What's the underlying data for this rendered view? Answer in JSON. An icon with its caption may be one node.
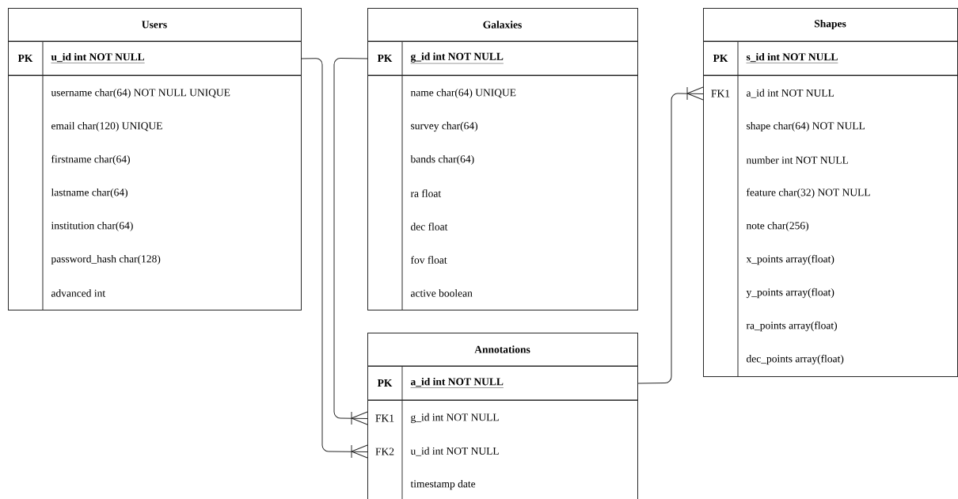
{
  "diagram": {
    "nodes": [
      {
        "text": [
          "Users"
        ]
      },
      {
        "text": [
          "PK",
          "u_id int NOT NULL"
        ],
        "in": 0
      },
      {
        "text": [
          "username char(64) NOT NULL UNIQUE"
        ],
        "in": 0
      },
      {
        "text": [
          "email char(120) UNIQUE"
        ],
        "in": 0
      },
      {
        "text": [
          "firstname char(64)"
        ],
        "in": 0
      },
      {
        "text": [
          "lastname char(64)"
        ],
        "in": 0
      },
      {
        "text": [
          "institution char(64)"
        ],
        "in": 0
      },
      {
        "text": [
          "password_hash char(128)"
        ],
        "in": 0
      },
      {
        "text": [
          "advanced int"
        ],
        "in": 0
      },
      {
        "text": [
          "Galaxies"
        ]
      },
      {
        "text": [
          "PK",
          "g_id int NOT NULL"
        ],
        "in": 9
      },
      {
        "text": [
          "name char(64) UNIQUE"
        ],
        "in": 9
      },
      {
        "text": [
          "survey char(64)"
        ],
        "in": 9
      },
      {
        "text": [
          "bands char(64)"
        ],
        "in": 9
      },
      {
        "text": [
          "ra float"
        ],
        "in": 9
      },
      {
        "text": [
          "dec float"
        ],
        "in": 9
      },
      {
        "text": [
          "fov float"
        ],
        "in": 9
      },
      {
        "text": [
          "active boolean"
        ],
        "in": 9
      },
      {
        "text": [
          "Shapes"
        ]
      },
      {
        "text": [
          "PK",
          "s_id int NOT NULL"
        ],
        "in": 18
      },
      {
        "text": [
          "FK1",
          "a_id int NOT NULL"
        ],
        "in": 18
      },
      {
        "text": [
          "shape char(64) NOT NULL"
        ],
        "in": 18
      },
      {
        "text": [
          "number int NOT NULL"
        ],
        "in": 18
      },
      {
        "text": [
          "feature char(32) NOT NULL"
        ],
        "in": 18
      },
      {
        "text": [
          "note char(256)"
        ],
        "in": 18
      },
      {
        "text": [
          "x_points array(float)"
        ],
        "in": 18
      },
      {
        "text": [
          "y_points array(float)"
        ],
        "in": 18
      },
      {
        "text": [
          "ra_points array(float)"
        ],
        "in": 18
      },
      {
        "text": [
          "dec_points array(float)"
        ],
        "in": 18
      },
      {
        "text": [
          "Annotations"
        ]
      },
      {
        "text": [
          "PK",
          "a_id int NOT NULL"
        ],
        "in": 29
      },
      {
        "text": [
          "FK1",
          "g_id int NOT NULL"
        ],
        "in": 29
      },
      {
        "text": [
          "FK2",
          "u_id int NOT NULL"
        ],
        "in": 29
      },
      {
        "text": [
          "timestamp date"
        ],
        "in": 29
      }
    ],
    "edges": [
      {
        "from": 10,
        "to": 31,
        "arrow": "other"
      },
      {
        "from": 1,
        "to": 32,
        "arrow": "other"
      },
      {
        "from": 30,
        "to": 20,
        "arrow": "other"
      }
    ]
  }
}
